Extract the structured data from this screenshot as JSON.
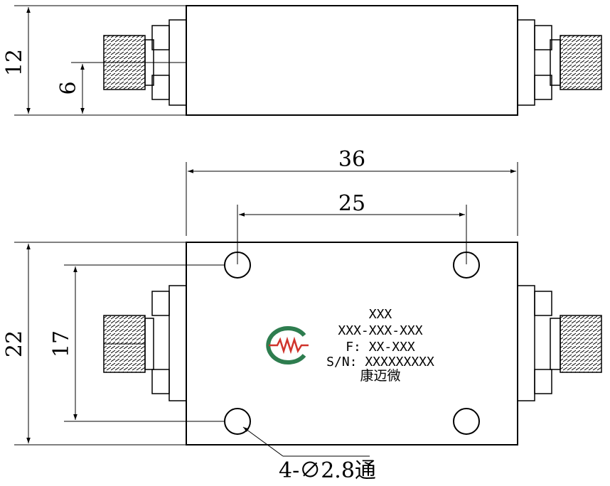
{
  "dimensions": {
    "side_height": "12",
    "side_center": "6",
    "top_length": "36",
    "hole_spacing_x": "25",
    "top_width": "22",
    "hole_spacing_y": "17",
    "hole_callout": "4-∅2.8通"
  },
  "label": {
    "line1": "XXX",
    "line2": "XXX-XXX-XXX",
    "line3": "F: XX-XXX",
    "line4": "S/N: XXXXXXXXX",
    "line5": "康迈微"
  },
  "colors": {
    "logo_green": "#2e7d4f",
    "logo_red": "#d0342c",
    "line": "#000000"
  },
  "icons": {
    "logo": "company-logo-icon",
    "connector": "sma-connector-icon"
  }
}
